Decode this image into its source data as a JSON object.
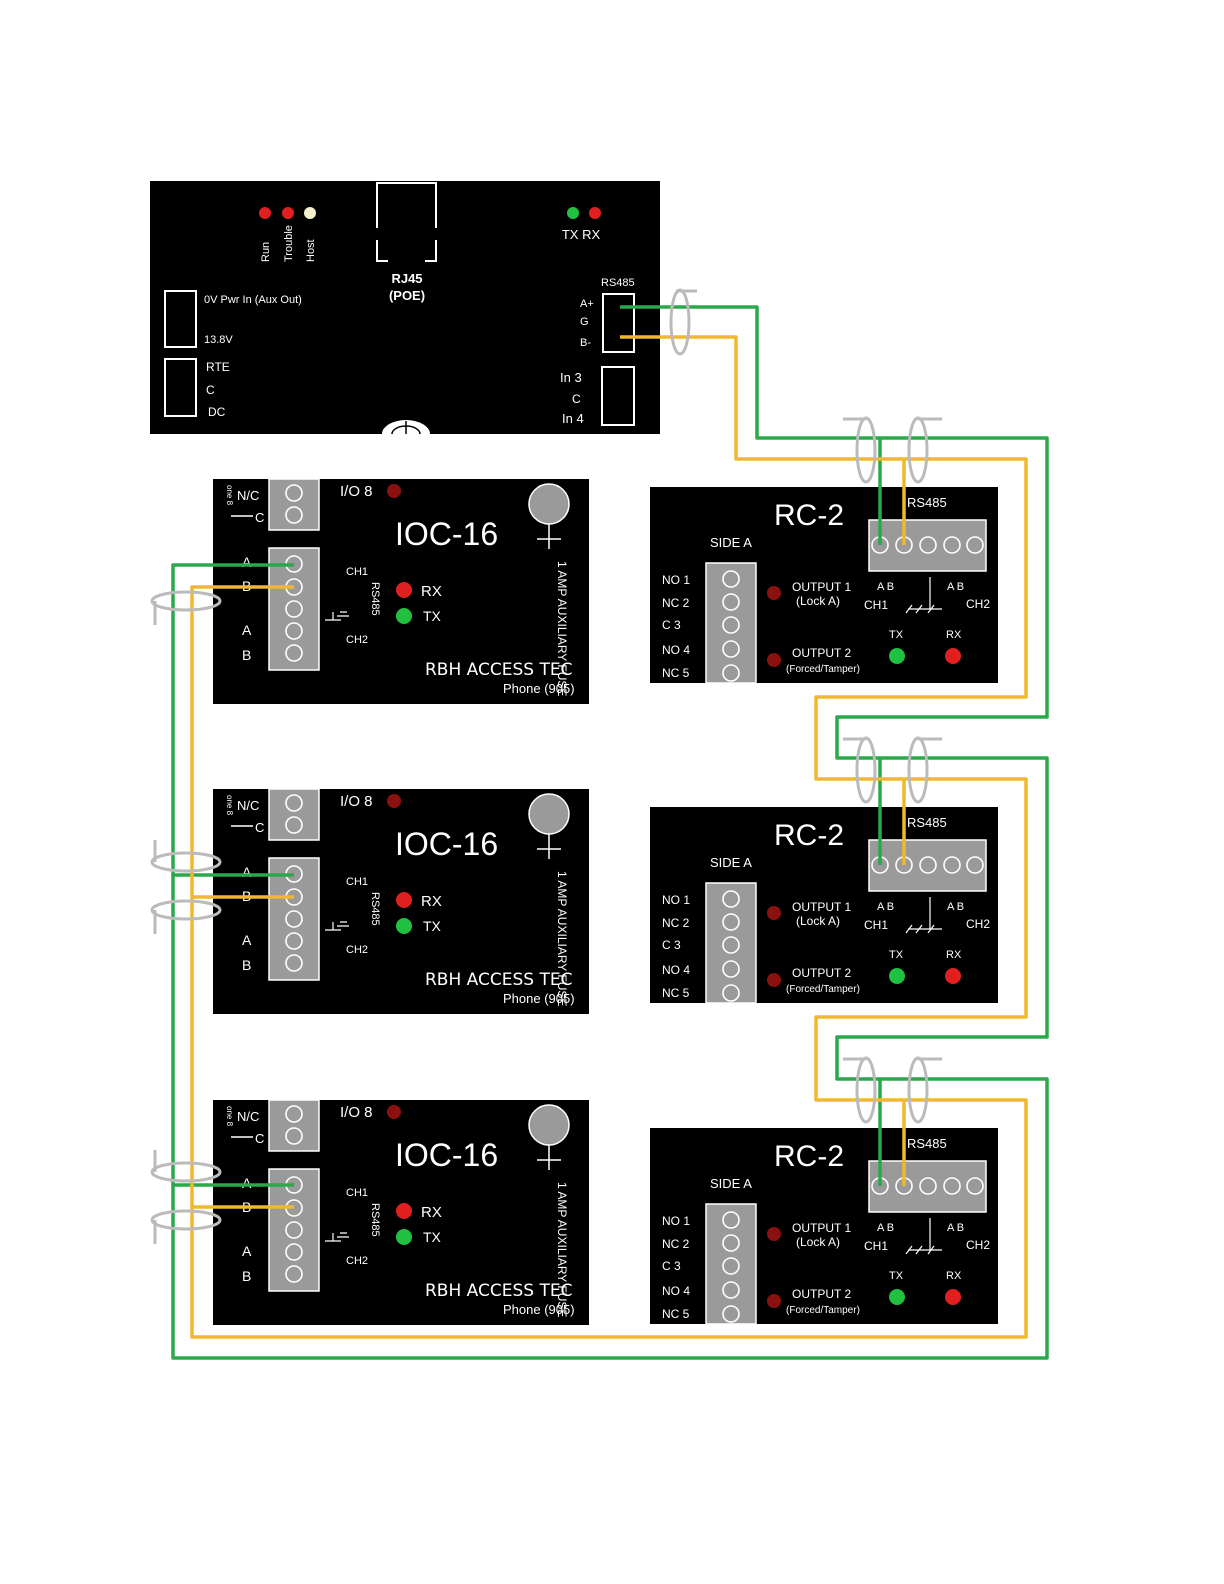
{
  "controller": {
    "leds": [
      "Run",
      "Trouble",
      "Host"
    ],
    "rj45": "RJ45",
    "poe": "(POE)",
    "txrx": "TX RX",
    "rs485": "RS485",
    "rs485_pins": [
      "A+",
      "G",
      "B-"
    ],
    "pwr": "0V Pwr In (Aux Out)",
    "v138": "13.8V",
    "rte": "RTE",
    "c": "C",
    "dc": "DC",
    "in3": "In 3",
    "in4": "In 4",
    "colors": {
      "led_red": "#e02020",
      "led_white": "#f4f0cc",
      "led_green": "#20c040"
    }
  },
  "ioc": {
    "title": "IOC-16",
    "zone": "one 8",
    "nc": "N/C",
    "c": "C",
    "io8": "I/O 8",
    "ch1": "CH1",
    "ch2": "CH2",
    "rs485": "RS485",
    "pins_left": [
      "A",
      "B",
      "A",
      "B"
    ],
    "rx": "RX",
    "tx": "TX",
    "fuse": "1 AMP AUXILIARY FUSE",
    "brand": "RBH ACCESS TEC",
    "phone": "Phone (905)"
  },
  "rc": {
    "title": "RC-2",
    "side": "SIDE A",
    "rs485": "RS485",
    "pins": [
      "NO 1",
      "NC 2",
      "C 3",
      "NO 4",
      "NC 5"
    ],
    "out1": "OUTPUT 1",
    "out1b": "(Lock A)",
    "out2": "OUTPUT 2",
    "out2b": "(Forced/Tamper)",
    "ab": "A  B",
    "ch1": "CH1",
    "ch2": "CH2",
    "tx": "TX",
    "rx": "RX"
  },
  "wires": {
    "green": "#2aa84a",
    "yellow": "#f0b82e"
  }
}
